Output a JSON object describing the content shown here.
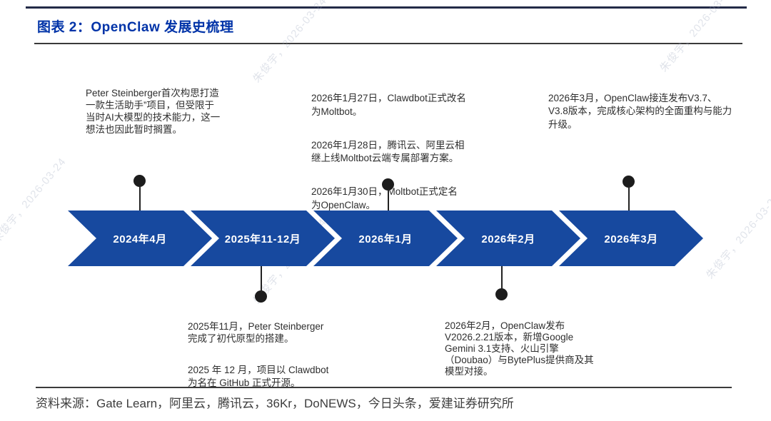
{
  "figure": {
    "title": "图表 2：OpenClaw 发展史梳理",
    "source": "资料来源：Gate Learn，阿里云，腾讯云，36Kr，DoNEWS，今日头条，爱建证券研究所"
  },
  "colors": {
    "arrow_blue": "#17499f",
    "title_blue": "#0033a8",
    "body_text": "#2e2e2e",
    "connector_black": "#1c1c1c"
  },
  "watermark": {
    "text": "朱俊宇，2026-03-24"
  },
  "timeline": {
    "milestones": [
      {
        "label": "2024年4月",
        "note_side": "top",
        "notes": [
          "Peter Steinberger首次构思打造\n一款生活助手”项目，但受限于\n当时AI大模型的技术能力，这一\n想法也因此暂时搁置。"
        ]
      },
      {
        "label": "2025年11-12月",
        "note_side": "bottom",
        "notes": [
          "2025年11月，Peter Steinberger\n完成了初代原型的搭建。",
          "2025 年 12 月，项目以 Clawdbot\n为名在 GitHub 正式开源。"
        ]
      },
      {
        "label": "2026年1月",
        "note_side": "top",
        "notes": [
          "2026年1月27日，Clawdbot正式改名\n为Moltbot。",
          "2026年1月28日，腾讯云、阿里云相\n继上线Moltbot云端专属部署方案。",
          "2026年1月30日，Moltbot正式定名\n为OpenClaw。"
        ]
      },
      {
        "label": "2026年2月",
        "note_side": "bottom",
        "notes": [
          "2026年2月，OpenClaw发布\nV2026.2.21版本，新增Google\nGemini 3.1支持、火山引擎\n（Doubao）与BytePlus提供商及其\n模型对接。"
        ]
      },
      {
        "label": "2026年3月",
        "note_side": "top",
        "notes": [
          "2026年3月，OpenClaw接连发布V3.7、\nV3.8版本，完成核心架构的全面重构与能力\n升级。"
        ]
      }
    ]
  }
}
